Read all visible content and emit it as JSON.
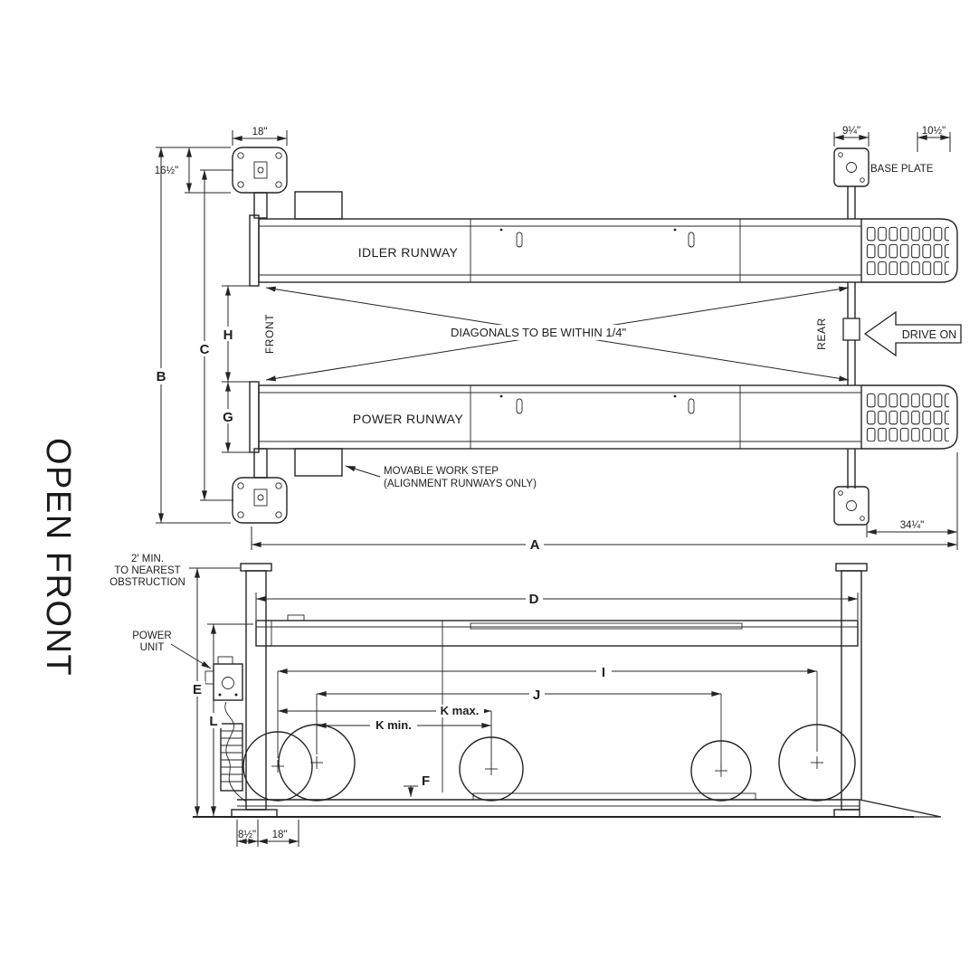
{
  "palette": {
    "ink": "#242424",
    "bg": "#ffffff"
  },
  "title": "OPEN FRONT",
  "top": {
    "idler": "IDLER RUNWAY",
    "power": "POWER RUNWAY",
    "front": "FRONT",
    "rear": "REAR",
    "drive_on": "DRIVE ON",
    "diagonals": "DIAGONALS TO BE WITHIN 1/4\"",
    "base_plate": "BASE PLATE",
    "step1": "MOVABLE WORK STEP",
    "step2": "(ALIGNMENT RUNWAYS ONLY)",
    "d18": "18\"",
    "d16h": "16½\"",
    "d9q": "9¼\"",
    "d10h": "10½\"",
    "d34q": "34¼\"",
    "A": "A",
    "B": "B",
    "C": "C",
    "G": "G",
    "H": "H"
  },
  "side": {
    "clr1": "2' MIN.",
    "clr2": "TO NEAREST",
    "clr3": "OBSTRUCTION",
    "pu1": "POWER",
    "pu2": "UNIT",
    "D": "D",
    "E": "E",
    "F": "F",
    "I": "I",
    "J": "J",
    "L": "L",
    "kmax": "K max.",
    "kmin": "K min.",
    "d8h": "8½\"",
    "d18": "18\""
  }
}
